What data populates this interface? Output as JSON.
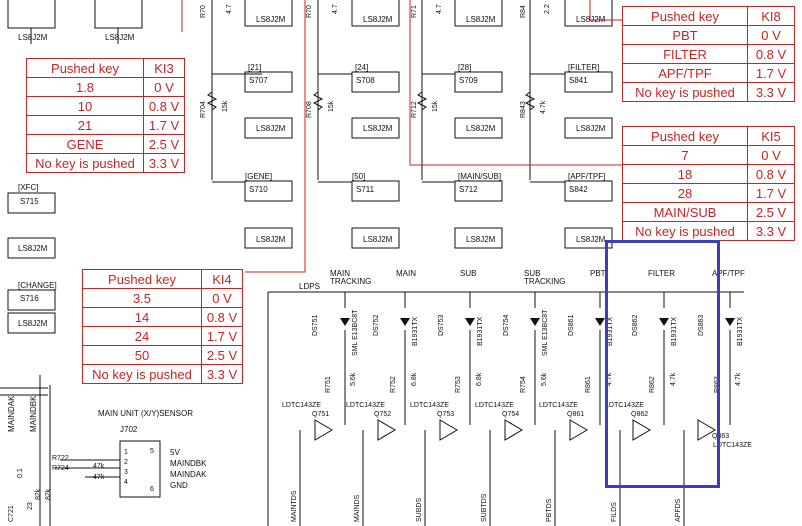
{
  "colors": {
    "table": "#cc2222",
    "wire": "#111111",
    "red_wire": "#cc2222",
    "highlight": "#3a3fc0"
  },
  "ki8": {
    "header": [
      "Pushed key",
      "KI8"
    ],
    "rows": [
      [
        "PBT",
        "0 V"
      ],
      [
        "FILTER",
        "0.8 V"
      ],
      [
        "APF/TPF",
        "1.7 V"
      ],
      [
        "No key is pushed",
        "3.3 V"
      ]
    ]
  },
  "ki5": {
    "header": [
      "Pushed key",
      "KI5"
    ],
    "rows": [
      [
        "7",
        "0 V"
      ],
      [
        "18",
        "0.8 V"
      ],
      [
        "28",
        "1.7 V"
      ],
      [
        "MAIN/SUB",
        "2.5 V"
      ],
      [
        "No key is pushed",
        "3.3 V"
      ]
    ]
  },
  "ki3": {
    "header": [
      "Pushed key",
      "KI3"
    ],
    "rows": [
      [
        "1.8",
        "0 V"
      ],
      [
        "10",
        "0.8 V"
      ],
      [
        "21",
        "1.7 V"
      ],
      [
        "GENE",
        "2.5 V"
      ],
      [
        "No key is pushed",
        "3.3 V"
      ]
    ]
  },
  "ki4": {
    "header": [
      "Pushed key",
      "KI4"
    ],
    "rows": [
      [
        "3.5",
        "0 V"
      ],
      [
        "14",
        "0.8 V"
      ],
      [
        "24",
        "1.7 V"
      ],
      [
        "50",
        "2.5 V"
      ],
      [
        "No key is pushed",
        "3.3 V"
      ]
    ]
  },
  "switches": {
    "ls": "LS8J2M",
    "row1": [
      {
        "key": "[21]",
        "sw": "S707"
      },
      {
        "key": "[24]",
        "sw": "S708"
      },
      {
        "key": "[28]",
        "sw": "S709"
      },
      {
        "key": "[FILTER]",
        "sw": "S841"
      }
    ],
    "row2": [
      {
        "key": "[GENE]",
        "sw": "S710"
      },
      {
        "key": "[50]",
        "sw": "S711"
      },
      {
        "key": "[MAIN/SUB]",
        "sw": "S712"
      },
      {
        "key": "[APF/TPF]",
        "sw": "S842"
      }
    ],
    "left": [
      {
        "key": "[XFC]",
        "sw": "S715"
      },
      {
        "key": "[CHANGE]",
        "sw": "S716"
      }
    ]
  },
  "resistors_top": [
    {
      "ref": "R704",
      "val": "15k"
    },
    {
      "ref": "R708",
      "val": "15k"
    },
    {
      "ref": "R712",
      "val": "15k"
    },
    {
      "ref": "R843",
      "val": "4.7k"
    }
  ],
  "resistors_clip": [
    {
      "ref": "R70"
    },
    {
      "ref": "R70"
    },
    {
      "ref": "R71"
    },
    {
      "ref": "R84"
    }
  ],
  "resistors_clip_vals": [
    "4.7",
    "4.7",
    "4.7",
    "2.2"
  ],
  "ldps": "LDPS",
  "leds": [
    {
      "name": "MAIN TRACKING",
      "ds": "DS751",
      "part": "SML E13BC8T",
      "r": "R751",
      "rv": "5.6k",
      "q": "Q751",
      "qp": "LDTC143ZE",
      "out": "MAINTDS"
    },
    {
      "name": "MAIN",
      "ds": "DS752",
      "part": "B1931TX",
      "r": "R752",
      "rv": "6.8k",
      "q": "Q752",
      "qp": "LDTC143ZE",
      "out": "MAINDS"
    },
    {
      "name": "SUB",
      "ds": "DS753",
      "part": "B1931TX",
      "r": "R753",
      "rv": "6.8k",
      "q": "Q753",
      "qp": "LDTC143ZE",
      "out": "SUBDS"
    },
    {
      "name": "SUB TRACKING",
      "ds": "DS754",
      "part": "SML E13BC8T",
      "r": "R754",
      "rv": "5.6k",
      "q": "Q754",
      "qp": "LDTC143ZE",
      "out": "SUBTDS"
    },
    {
      "name": "PBT",
      "ds": "DS861",
      "part": "B1931TX",
      "r": "R861",
      "rv": "4.7k",
      "q": "Q861",
      "qp": "LDTC143ZE",
      "out": "PBTDS"
    },
    {
      "name": "FILTER",
      "ds": "DS862",
      "part": "B1931TX",
      "r": "R862",
      "rv": "4.7k",
      "q": "Q862",
      "qp": "LDTC143ZE",
      "out": "FILDS"
    },
    {
      "name": "APF/TPF",
      "ds": "DS863",
      "part": "B1931TX",
      "r": "R863",
      "rv": "4.7k",
      "q": "Q863",
      "qp": "LDTC143ZE",
      "out": "APFDS"
    }
  ],
  "sensor": {
    "title": "MAIN UNIT (X/Y)SENSOR",
    "ref": "J702",
    "pins": [
      "1",
      "2",
      "3",
      "4",
      "5",
      "6"
    ],
    "sig": [
      "5V",
      "MAINDBK",
      "MAINDAK",
      "GND"
    ],
    "r1": "R722",
    "r2": "R724",
    "rv": "47k",
    "bus": [
      "MAINDAK",
      "MAINDBK"
    ],
    "cap": "C721",
    "cv": "0.1",
    "r3": "82k",
    "r4": "82k",
    "n": "23"
  }
}
